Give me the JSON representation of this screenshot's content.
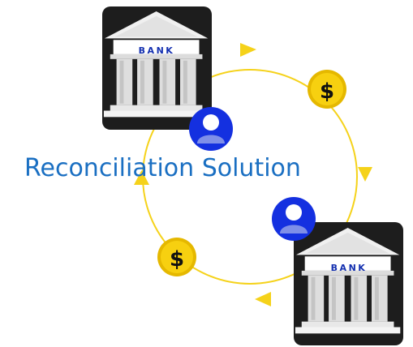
{
  "title": "Reconciliation Solution",
  "banks": [
    {
      "label": "BANK"
    },
    {
      "label": "BANK"
    }
  ],
  "coins": [
    {
      "symbol": "$"
    },
    {
      "symbol": "$"
    }
  ],
  "icons": {
    "bank": "bank-building-icon",
    "coin": "dollar-coin-icon",
    "user": "user-avatar-icon",
    "arrow": "cycle-arrow-icon"
  },
  "colors": {
    "cycle": "#f5d21a",
    "coin": "#f7d010",
    "coin_rim": "#e5b800",
    "bank_bg": "#1d1d1d",
    "avatar": "#1430e0",
    "title": "#1a6fc2"
  }
}
